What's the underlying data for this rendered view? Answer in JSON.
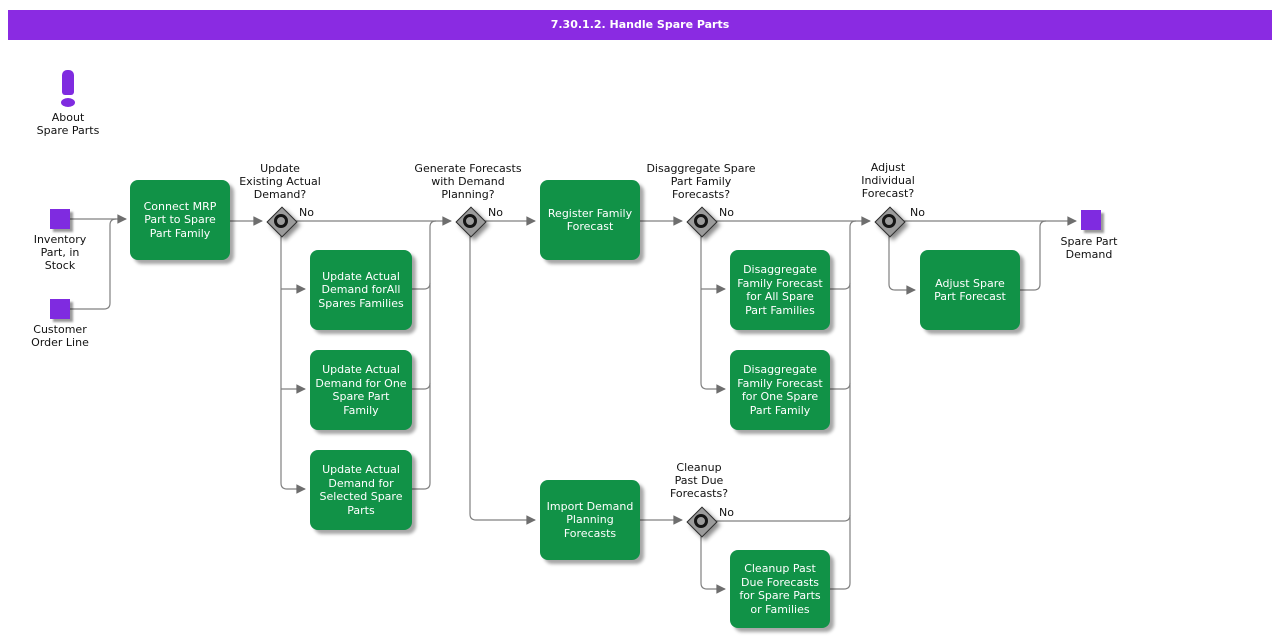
{
  "header": {
    "title": "7.30.1.2. Handle Spare Parts"
  },
  "about": {
    "label": "About\nSpare Parts"
  },
  "events": {
    "inventory": {
      "label": "Inventory\nPart, in\nStock"
    },
    "customer": {
      "label": "Customer\nOrder Line"
    },
    "spare_part_demand": {
      "label": "Spare Part\nDemand"
    }
  },
  "tasks": {
    "connect_mrp": {
      "label": "Connect MRP\nPart to Spare\nPart Family"
    },
    "update_all": {
      "label": "Update Actual\nDemand forAll\nSpares Families"
    },
    "update_one": {
      "label": "Update Actual\nDemand for One\nSpare Part\nFamily"
    },
    "update_selected": {
      "label": "Update Actual\nDemand for\nSelected Spare\nParts"
    },
    "register_family": {
      "label": "Register Family\nForecast"
    },
    "disaggregate_all": {
      "label": "Disaggregate\nFamily Forecast\nfor All Spare\nPart Families"
    },
    "disaggregate_one": {
      "label": "Disaggregate\nFamily Forecast\nfor One Spare\nPart Family"
    },
    "import_demand": {
      "label": "Import Demand\nPlanning\nForecasts"
    },
    "cleanup_past_due": {
      "label": "Cleanup Past\nDue Forecasts\nfor Spare Parts\nor Families"
    },
    "adjust_spare": {
      "label": "Adjust Spare\nPart Forecast"
    }
  },
  "decisions": {
    "update_existing": {
      "question": "Update\nExisting Actual\nDemand?",
      "answer": "No"
    },
    "generate_forecasts": {
      "question": "Generate Forecasts\nwith Demand\nPlanning?",
      "answer": "No"
    },
    "disaggregate_family": {
      "question": "Disaggregate Spare\nPart Family\nForecasts?",
      "answer": "No"
    },
    "adjust_individual": {
      "question": "Adjust\nIndividual\nForecast?",
      "answer": "No"
    },
    "cleanup_forecasts": {
      "question": "Cleanup\nPast Due\nForecasts?",
      "answer": "No"
    }
  },
  "colors": {
    "header_purple": "#8A2BE2",
    "node_purple": "#7F2BE0",
    "task_green": "#119247",
    "line_gray": "#808080",
    "arrow_gray": "#6E6E6E"
  }
}
